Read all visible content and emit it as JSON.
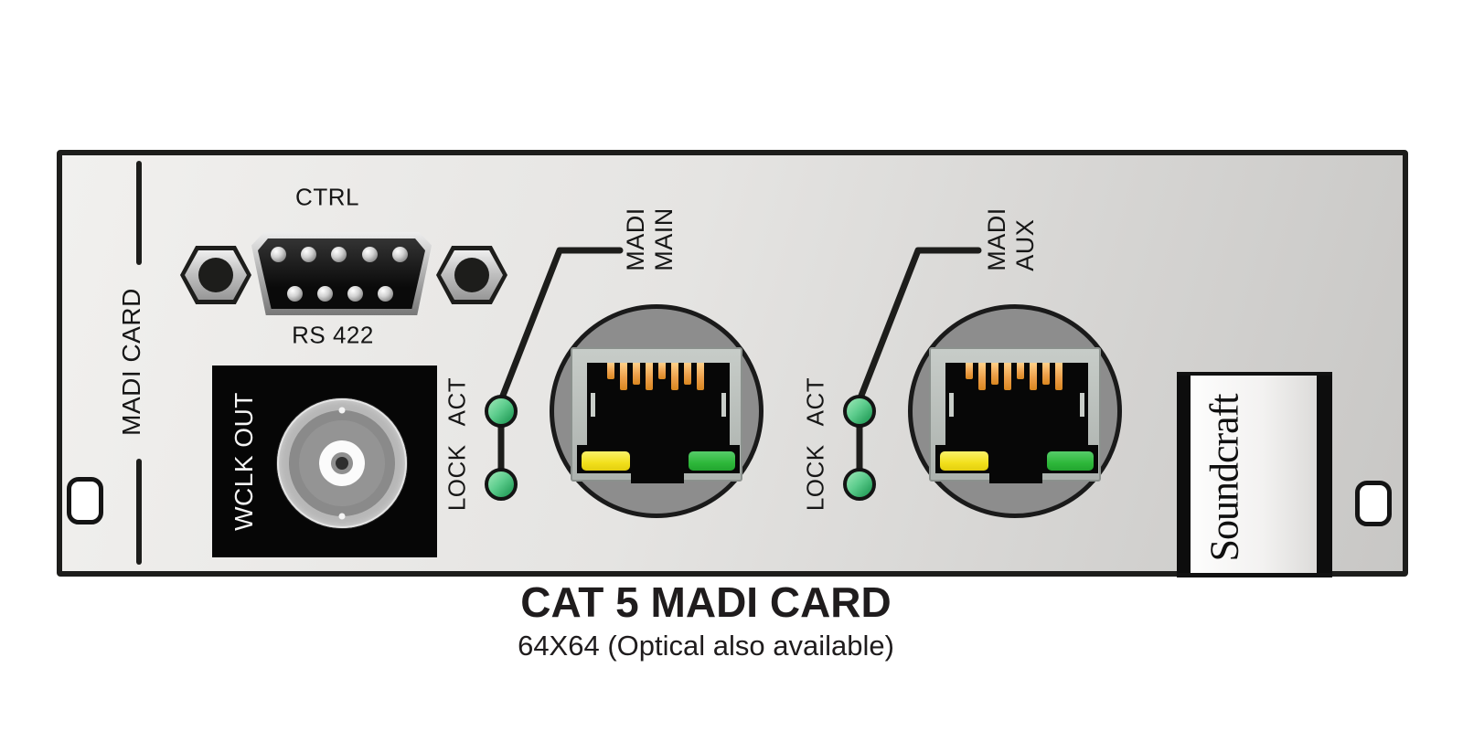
{
  "panel": {
    "side_label": "MADI CARD",
    "ctrl_connector": {
      "label": "CTRL",
      "type_label": "RS 422"
    },
    "wordclock": {
      "label": "WCLK OUT"
    },
    "ports": [
      {
        "name_line1": "MADI",
        "name_line2": "MAIN",
        "led_top_label": "ACT",
        "led_bottom_label": "LOCK"
      },
      {
        "name_line1": "MADI",
        "name_line2": "AUX",
        "led_top_label": "ACT",
        "led_bottom_label": "LOCK"
      }
    ],
    "brand_logo": "Soundcraft"
  },
  "caption": {
    "title": "CAT 5 MADI CARD",
    "subtitle": "64X64 (Optical also available)"
  },
  "colors": {
    "led_green": "#2fa763",
    "port_led_yellow": "#f2e01c",
    "port_led_green": "#2eb83a",
    "pin_gold": "#eda04b",
    "panel_light": "#f1f0ee",
    "panel_dark": "#c8c7c5",
    "line_black": "#1d1d1b"
  }
}
